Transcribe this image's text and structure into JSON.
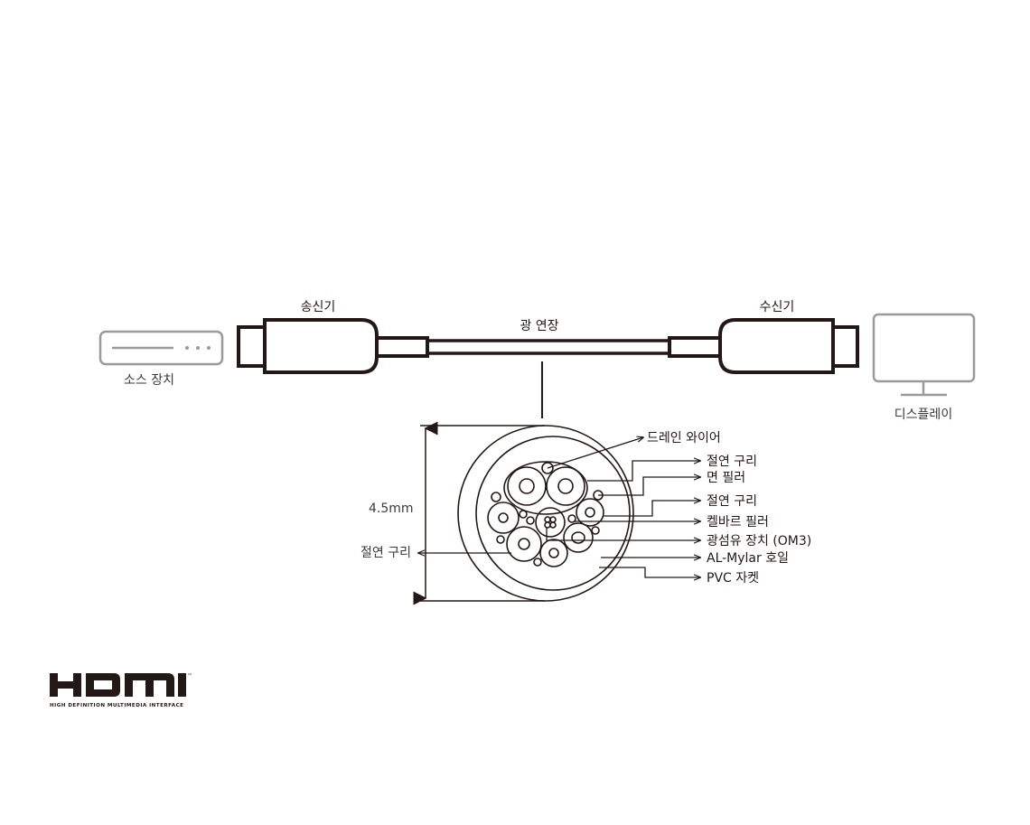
{
  "top": {
    "source_label": "소스 장치",
    "transmitter_label": "송신기",
    "cable_label": "광 연장",
    "receiver_label": "수신기",
    "display_label": "디스플레이"
  },
  "cross_section": {
    "diameter_label": "4.5mm",
    "left_label": "절연 구리",
    "labels": [
      "드레인 와이어",
      "절연 구리",
      "면 필러",
      "절연 구리",
      "켈바르 필러",
      "광섬유 장치 (OM3)",
      "AL-Mylar 호일",
      "PVC 자켓"
    ]
  },
  "logo": {
    "text": "HDMI",
    "trademark": "™",
    "tagline": "HIGH DEFINITION MULTIMEDIA INTERFACE"
  },
  "colors": {
    "ink": "#231815",
    "gray": "#9a9a9a"
  }
}
